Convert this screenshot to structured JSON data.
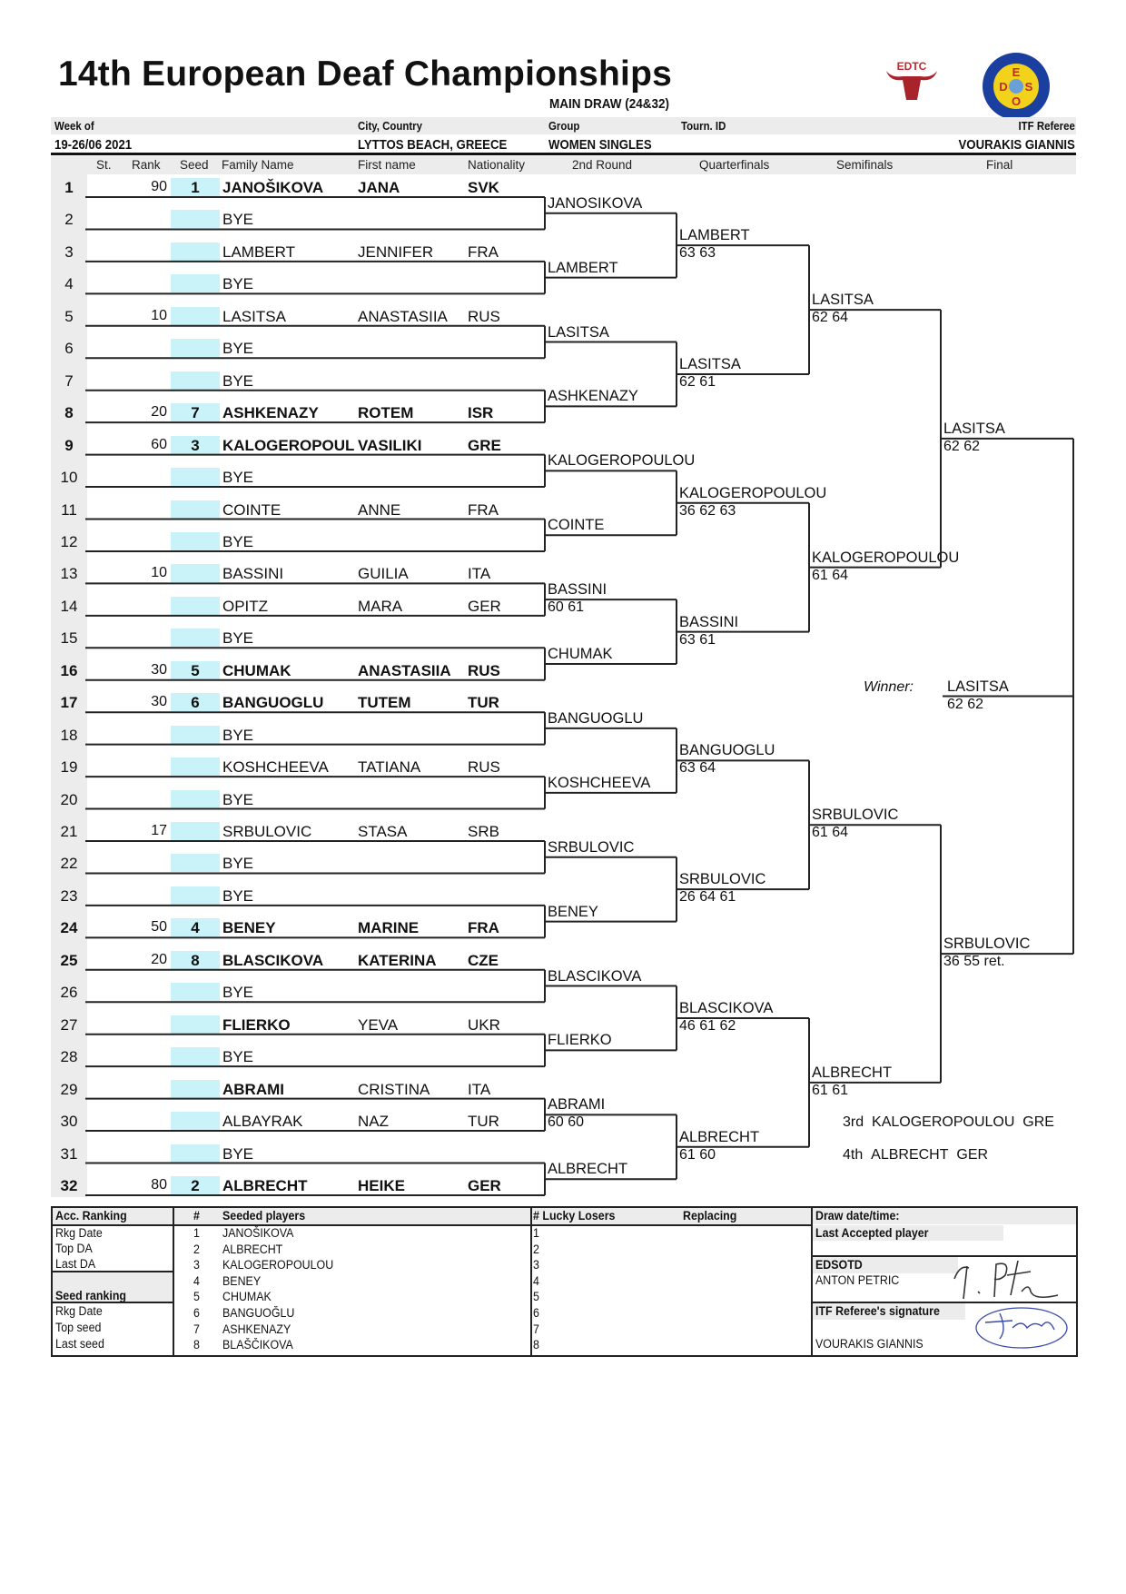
{
  "header": {
    "title": "14th European Deaf Championships",
    "subtitle": "MAIN DRAW (24&32)",
    "week_label": "Week of",
    "week_value": "19-26/06 2021",
    "city_label": "City, Country",
    "city_value": "LYTTOS BEACH, GREECE",
    "group_label": "Group",
    "group_value": "WOMEN SINGLES",
    "tourn_label": "Tourn. ID",
    "referee_label": "ITF Referee",
    "referee_value": "VOURAKIS GIANNIS",
    "logo_left_text": "EDTC",
    "logo_right_letters": [
      "E",
      "D",
      "S",
      "O"
    ]
  },
  "columns": {
    "st": "St.",
    "rank": "Rank",
    "seed": "Seed",
    "family": "Family Name",
    "first": "First name",
    "nat": "Nationality",
    "r2": "2nd Round",
    "qf": "Quarterfinals",
    "sf": "Semifinals",
    "final": "Final"
  },
  "players": [
    {
      "st": "1",
      "rank": "90",
      "seed": "1",
      "family": "JANOŠIKOVA",
      "first": "JANA",
      "nat": "SVK",
      "bold": true
    },
    {
      "st": "2",
      "rank": "",
      "seed": "",
      "family": "BYE",
      "first": "",
      "nat": ""
    },
    {
      "st": "3",
      "rank": "",
      "seed": "",
      "family": "LAMBERT",
      "first": "JENNIFER",
      "nat": "FRA"
    },
    {
      "st": "4",
      "rank": "",
      "seed": "",
      "family": "BYE",
      "first": "",
      "nat": ""
    },
    {
      "st": "5",
      "rank": "10",
      "seed": "",
      "family": "LASITSA",
      "first": "ANASTASIIA",
      "nat": "RUS"
    },
    {
      "st": "6",
      "rank": "",
      "seed": "",
      "family": "BYE",
      "first": "",
      "nat": ""
    },
    {
      "st": "7",
      "rank": "",
      "seed": "",
      "family": "BYE",
      "first": "",
      "nat": ""
    },
    {
      "st": "8",
      "rank": "20",
      "seed": "7",
      "family": "ASHKENAZY",
      "first": "ROTEM",
      "nat": "ISR",
      "bold": true
    },
    {
      "st": "9",
      "rank": "60",
      "seed": "3",
      "family": "KALOGEROPOUL",
      "first": "VASILIKI",
      "nat": "GRE",
      "bold": true
    },
    {
      "st": "10",
      "rank": "",
      "seed": "",
      "family": "BYE",
      "first": "",
      "nat": ""
    },
    {
      "st": "11",
      "rank": "",
      "seed": "",
      "family": "COINTE",
      "first": "ANNE",
      "nat": "FRA"
    },
    {
      "st": "12",
      "rank": "",
      "seed": "",
      "family": "BYE",
      "first": "",
      "nat": ""
    },
    {
      "st": "13",
      "rank": "10",
      "seed": "",
      "family": "BASSINI",
      "first": "GUILIA",
      "nat": "ITA"
    },
    {
      "st": "14",
      "rank": "",
      "seed": "",
      "family": "OPITZ",
      "first": "MARA",
      "nat": "GER"
    },
    {
      "st": "15",
      "rank": "",
      "seed": "",
      "family": "BYE",
      "first": "",
      "nat": ""
    },
    {
      "st": "16",
      "rank": "30",
      "seed": "5",
      "family": "CHUMAK",
      "first": "ANASTASIIA",
      "nat": "RUS",
      "bold": true
    },
    {
      "st": "17",
      "rank": "30",
      "seed": "6",
      "family": "BANGUOGLU",
      "first": "TUTEM",
      "nat": "TUR",
      "bold": true
    },
    {
      "st": "18",
      "rank": "",
      "seed": "",
      "family": "BYE",
      "first": "",
      "nat": ""
    },
    {
      "st": "19",
      "rank": "",
      "seed": "",
      "family": "KOSHCHEEVA",
      "first": "TATIANA",
      "nat": "RUS"
    },
    {
      "st": "20",
      "rank": "",
      "seed": "",
      "family": "BYE",
      "first": "",
      "nat": ""
    },
    {
      "st": "21",
      "rank": "17",
      "seed": "",
      "family": "SRBULOVIC",
      "first": "STASA",
      "nat": "SRB"
    },
    {
      "st": "22",
      "rank": "",
      "seed": "",
      "family": "BYE",
      "first": "",
      "nat": ""
    },
    {
      "st": "23",
      "rank": "",
      "seed": "",
      "family": "BYE",
      "first": "",
      "nat": ""
    },
    {
      "st": "24",
      "rank": "50",
      "seed": "4",
      "family": "BENEY",
      "first": "MARINE",
      "nat": "FRA",
      "bold": true
    },
    {
      "st": "25",
      "rank": "20",
      "seed": "8",
      "family": "BLASCIKOVA",
      "first": "KATERINA",
      "nat": "CZE",
      "bold": true
    },
    {
      "st": "26",
      "rank": "",
      "seed": "",
      "family": "BYE",
      "first": "",
      "nat": ""
    },
    {
      "st": "27",
      "rank": "",
      "seed": "",
      "family": "FLIERKO",
      "first": "YEVA",
      "nat": "UKR",
      "family_bold": true
    },
    {
      "st": "28",
      "rank": "",
      "seed": "",
      "family": "BYE",
      "first": "",
      "nat": ""
    },
    {
      "st": "29",
      "rank": "",
      "seed": "",
      "family": "ABRAMI",
      "first": "CRISTINA",
      "nat": "ITA",
      "family_bold": true
    },
    {
      "st": "30",
      "rank": "",
      "seed": "",
      "family": "ALBAYRAK",
      "first": "NAZ",
      "nat": "TUR"
    },
    {
      "st": "31",
      "rank": "",
      "seed": "",
      "family": "BYE",
      "first": "",
      "nat": ""
    },
    {
      "st": "32",
      "rank": "80",
      "seed": "2",
      "family": "ALBRECHT",
      "first": "HEIKE",
      "nat": "GER",
      "bold": true
    }
  ],
  "rounds": [
    [
      {
        "name": "JANOSIKOVA",
        "score": ""
      },
      {
        "name": "LAMBERT",
        "score": ""
      },
      {
        "name": "LASITSA",
        "score": ""
      },
      {
        "name": "ASHKENAZY",
        "score": ""
      },
      {
        "name": "KALOGEROPOULOU",
        "score": ""
      },
      {
        "name": "COINTE",
        "score": ""
      },
      {
        "name": "BASSINI",
        "score": "60 61"
      },
      {
        "name": "CHUMAK",
        "score": ""
      },
      {
        "name": "BANGUOGLU",
        "score": ""
      },
      {
        "name": "KOSHCHEEVA",
        "score": ""
      },
      {
        "name": "SRBULOVIC",
        "score": ""
      },
      {
        "name": "BENEY",
        "score": ""
      },
      {
        "name": "BLASCIKOVA",
        "score": ""
      },
      {
        "name": "FLIERKO",
        "score": ""
      },
      {
        "name": "ABRAMI",
        "score": "60 60"
      },
      {
        "name": "ALBRECHT",
        "score": ""
      }
    ],
    [
      {
        "name": "LAMBERT",
        "score": "63 63"
      },
      {
        "name": "LASITSA",
        "score": "62 61"
      },
      {
        "name": "KALOGEROPOULOU",
        "score": "36 62 63"
      },
      {
        "name": "BASSINI",
        "score": "63 61"
      },
      {
        "name": "BANGUOGLU",
        "score": "63 64"
      },
      {
        "name": "SRBULOVIC",
        "score": "26 64 61"
      },
      {
        "name": "BLASCIKOVA",
        "score": "46 61 62"
      },
      {
        "name": "ALBRECHT",
        "score": "61 60"
      }
    ],
    [
      {
        "name": "LASITSA",
        "score": "62 64"
      },
      {
        "name": "KALOGEROPOULOU",
        "score": "61 64"
      },
      {
        "name": "SRBULOVIC",
        "score": "61 64"
      },
      {
        "name": "ALBRECHT",
        "score": "61 61"
      }
    ],
    [
      {
        "name": "LASITSA",
        "score": "62 62"
      },
      {
        "name": "SRBULOVIC",
        "score": "36 55 ret."
      }
    ]
  ],
  "winner": {
    "label": "Winner:",
    "name": "LASITSA",
    "score": "62 62"
  },
  "placings": [
    {
      "place": "3rd",
      "name": "KALOGEROPOULOU",
      "nat": "GRE"
    },
    {
      "place": "4th",
      "name": "ALBRECHT",
      "nat": "GER"
    }
  ],
  "footer": {
    "acc_ranking": "Acc. Ranking",
    "left_rows_top": [
      "Rkg Date",
      "Top DA",
      "Last DA"
    ],
    "seed_ranking": "Seed ranking",
    "left_rows_bottom": [
      "Rkg Date",
      "Top seed",
      "Last seed"
    ],
    "hash": "#",
    "seeded_header": "Seeded players",
    "seeded": [
      "JANOŠIKOVA",
      "ALBRECHT",
      "KALOGEROPOULOU",
      "BENEY",
      "CHUMAK",
      "BANGUOĞLU",
      "ASHKENAZY",
      "BLAŠČIKOVA"
    ],
    "lucky_header": "# Lucky Losers",
    "replacing_header": "Replacing",
    "draw_date": "Draw date/time:",
    "last_accepted": "Last Accepted player",
    "edsotd": "EDSOTD",
    "edsotd_name": "ANTON PETRIC",
    "ref_signature": "ITF Referee's signature",
    "ref_name": "VOURAKIS GIANNIS"
  }
}
